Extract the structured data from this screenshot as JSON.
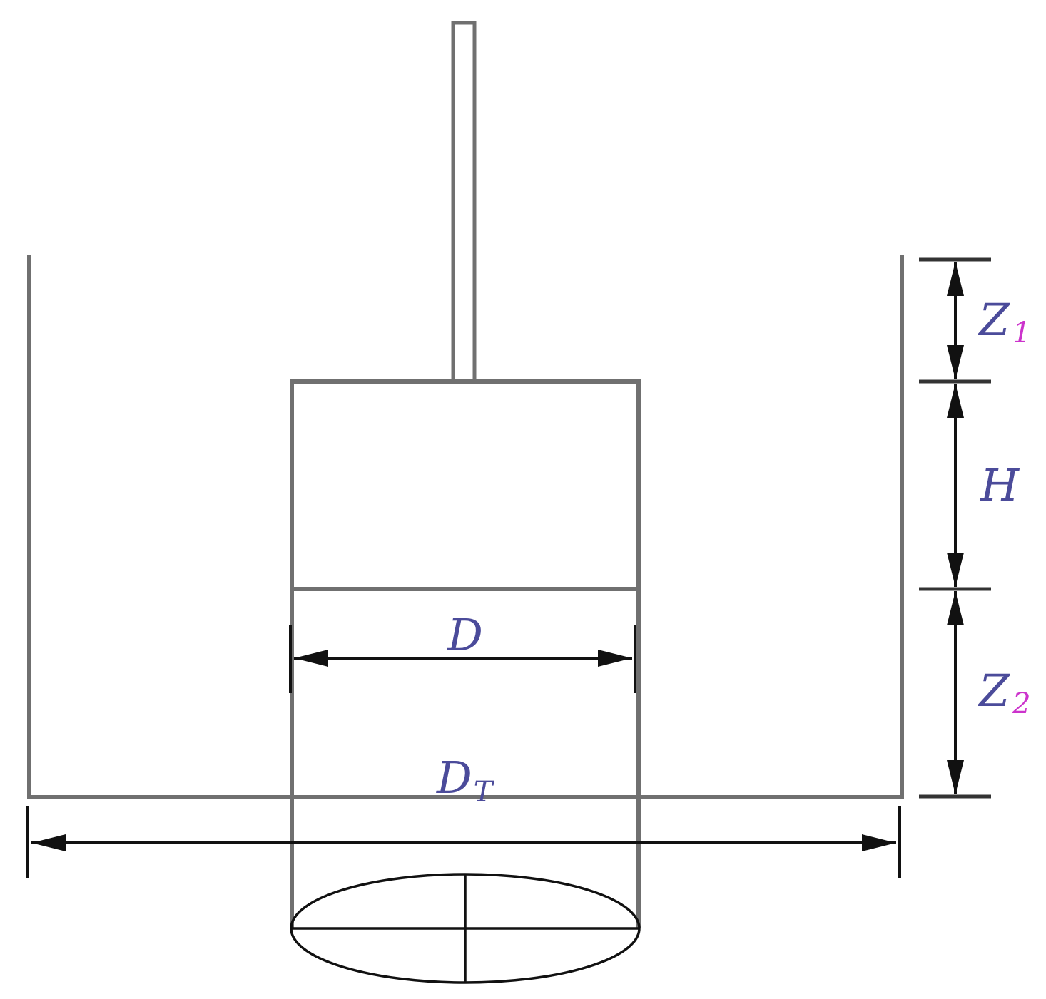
{
  "labels": {
    "z1": {
      "main": "Z",
      "sub": "1"
    },
    "h": "H",
    "z2": {
      "main": "Z",
      "sub": "2"
    },
    "d": "D",
    "dt": {
      "main": "D",
      "sub": "T"
    }
  },
  "colors": {
    "label": "#4b4b9a",
    "subscript_numeric": "#cc33cc",
    "subscript_letter": "#4b4b9a",
    "structure": "#707070",
    "dimension": "#111111"
  }
}
